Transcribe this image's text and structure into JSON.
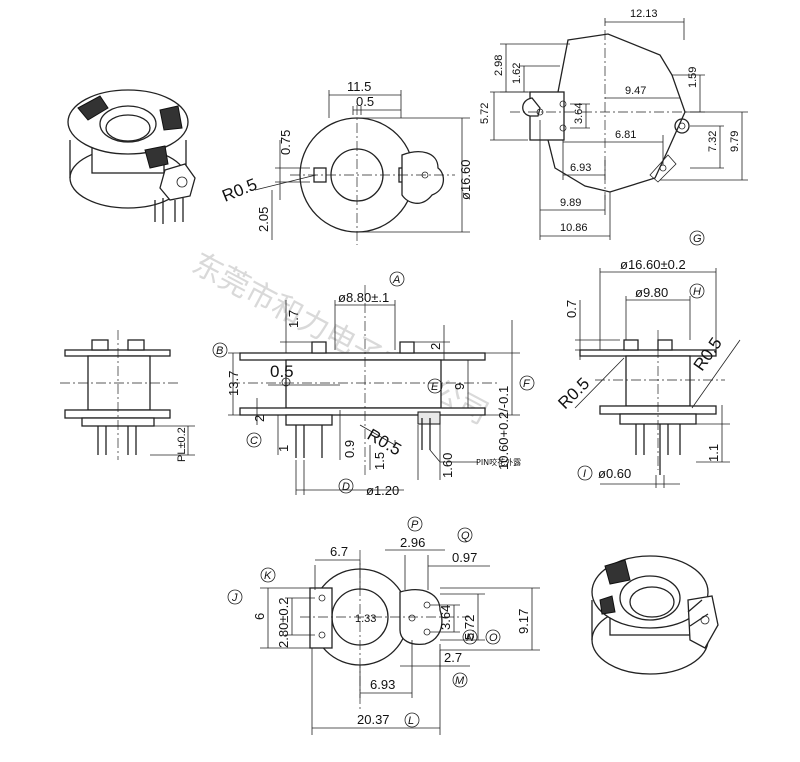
{
  "watermark": "东莞市和力电子有限公司",
  "top_front": {
    "dim_11_5": "11.5",
    "dim_0_5": "0.5",
    "dim_0_75": "0.75",
    "dim_r0_5": "R0.5",
    "dim_2_05": "2.05",
    "dim_d16_60": "ø16.60"
  },
  "top_right": {
    "dim_12_13": "12.13",
    "dim_2_98": "2.98",
    "dim_1_62": "1.62",
    "dim_1_59": "1.59",
    "dim_9_47": "9.47",
    "dim_5_72": "5.72",
    "dim_3_64": "3.64",
    "dim_6_81": "6.81",
    "dim_7_32": "7.32",
    "dim_9_79": "9.79",
    "dim_6_93": "6.93",
    "dim_9_89": "9.89",
    "dim_10_86": "10.86"
  },
  "side": {
    "dim_pl": "PL±0.2"
  },
  "section": {
    "dim_d8_80": "ø8.80±.1",
    "dim_1_7": "1.7",
    "dim_13_7": "13.7",
    "dim_0_5": "0.5",
    "dim_2_top": "2",
    "dim_9": "9",
    "dim_10_60": "10.60+0.2/-0.1",
    "dim_2_low": "2",
    "dim_1": "1",
    "dim_0_9": "0.9",
    "dim_r0_5": "R0.5",
    "dim_1_5": "1.5",
    "dim_1_60": "1.60",
    "dim_d1_20": "ø1.20",
    "pin_note": "PIN咬花外露"
  },
  "right_section": {
    "dim_d16_60": "ø16.60±0.2",
    "dim_d9_80": "ø9.80",
    "dim_0_7": "0.7",
    "dim_r0_5_left": "R0.5",
    "dim_r0_5_right": "R0.5",
    "dim_1_1": "1.1",
    "dim_d0_60": "ø0.60"
  },
  "bottom": {
    "dim_6_7": "6.7",
    "dim_2_96": "2.96",
    "dim_0_97": "0.97",
    "dim_6": "6",
    "dim_2_80": "2.80±0.2",
    "dim_1_33": "1.33",
    "dim_3_64": "3.64",
    "dim_5_72": "5.72",
    "dim_9_17": "9.17",
    "dim_2_7": "2.7",
    "dim_6_93": "6.93",
    "dim_20_37": "20.37"
  },
  "markers": {
    "A": "A",
    "B": "B",
    "C": "C",
    "D": "D",
    "E": "E",
    "F": "F",
    "G": "G",
    "H": "H",
    "I": "I",
    "J": "J",
    "K": "K",
    "L": "L",
    "M": "M",
    "N": "N",
    "O": "O",
    "P": "P",
    "Q": "Q"
  }
}
